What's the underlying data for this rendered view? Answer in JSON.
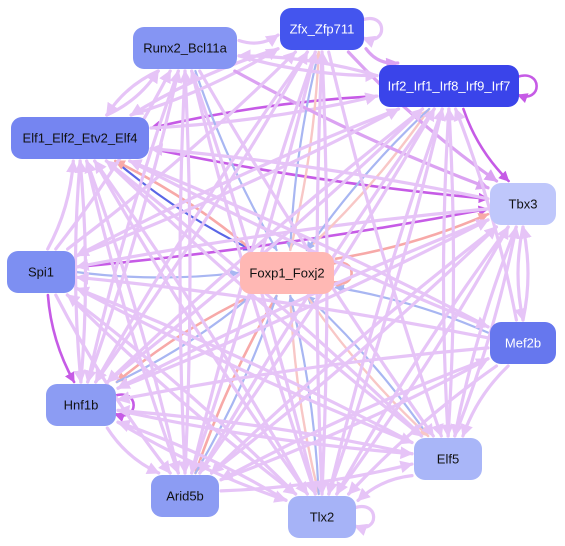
{
  "palette": {
    "mild": "#e6c4f7",
    "medium": "#dba2f2",
    "strong": "#c65be6",
    "pink": "#f7a9a8",
    "pink_light": "#f8c7c6",
    "blue": "#a8b6f2",
    "blue_strong": "#5a66e6"
  },
  "nodes": [
    {
      "id": "zfx",
      "label": "Zfx_Zfp711",
      "fill": "#4455ee",
      "text_color": "#ffffff"
    },
    {
      "id": "runx2",
      "label": "Runx2_Bcl11a",
      "fill": "#8595f3",
      "text_color": "#111111"
    },
    {
      "id": "irf",
      "label": "Irf2_Irf1_Irf8_Irf9_Irf7",
      "fill": "#3a44ea",
      "text_color": "#ffffff"
    },
    {
      "id": "elf1",
      "label": "Elf1_Elf2_Etv2_Elf4",
      "fill": "#7585f1",
      "text_color": "#111111"
    },
    {
      "id": "tbx3",
      "label": "Tbx3",
      "fill": "#bfc7fb",
      "text_color": "#111111"
    },
    {
      "id": "spi1",
      "label": "Spi1",
      "fill": "#7d8ff2",
      "text_color": "#111111"
    },
    {
      "id": "foxp1",
      "label": "Foxp1_Foxj2",
      "fill": "#ffb8b4",
      "text_color": "#111111"
    },
    {
      "id": "mef2b",
      "label": "Mef2b",
      "fill": "#6677ee",
      "text_color": "#ffffff"
    },
    {
      "id": "hnf1b",
      "label": "Hnf1b",
      "fill": "#8c9cf3",
      "text_color": "#111111"
    },
    {
      "id": "elf5",
      "label": "Elf5",
      "fill": "#a9b6f8",
      "text_color": "#111111"
    },
    {
      "id": "arid5b",
      "label": "Arid5b",
      "fill": "#8c9cf3",
      "text_color": "#111111"
    },
    {
      "id": "tlx2",
      "label": "Tlx2",
      "fill": "#a6b3f7",
      "text_color": "#111111"
    }
  ],
  "edges": [
    {
      "from": "zfx",
      "to": "zfx",
      "style": "mild"
    },
    {
      "from": "irf",
      "to": "irf",
      "style": "strong"
    },
    {
      "from": "foxp1",
      "to": "foxp1",
      "style": "pink"
    },
    {
      "from": "hnf1b",
      "to": "hnf1b",
      "style": "strong"
    },
    {
      "from": "tlx2",
      "to": "tlx2",
      "style": "mild"
    },
    {
      "from": "runx2",
      "to": "zfx",
      "style": "mild"
    },
    {
      "from": "zfx",
      "to": "irf",
      "style": "medium"
    },
    {
      "from": "irf",
      "to": "elf1",
      "style": "strong"
    },
    {
      "from": "elf1",
      "to": "irf",
      "style": "mild"
    },
    {
      "from": "elf1",
      "to": "tbx3",
      "style": "strong"
    },
    {
      "from": "elf1",
      "to": "foxp1",
      "style": "blue_strong"
    },
    {
      "from": "foxp1",
      "to": "elf1",
      "style": "pink"
    },
    {
      "from": "spi1",
      "to": "foxp1",
      "style": "blue"
    },
    {
      "from": "spi1",
      "to": "hnf1b",
      "style": "strong"
    },
    {
      "from": "spi1",
      "to": "tbx3",
      "style": "strong"
    },
    {
      "from": "tbx3",
      "to": "spi1",
      "style": "mild"
    },
    {
      "from": "foxp1",
      "to": "tbx3",
      "style": "pink"
    },
    {
      "from": "foxp1",
      "to": "irf",
      "style": "pink_light"
    },
    {
      "from": "irf",
      "to": "foxp1",
      "style": "blue"
    },
    {
      "from": "zfx",
      "to": "foxp1",
      "style": "blue"
    },
    {
      "from": "foxp1",
      "to": "zfx",
      "style": "pink_light"
    },
    {
      "from": "runx2",
      "to": "foxp1",
      "style": "blue"
    },
    {
      "from": "mef2b",
      "to": "foxp1",
      "style": "blue"
    },
    {
      "from": "foxp1",
      "to": "hnf1b",
      "style": "pink"
    },
    {
      "from": "hnf1b",
      "to": "foxp1",
      "style": "blue"
    },
    {
      "from": "foxp1",
      "to": "arid5b",
      "style": "pink"
    },
    {
      "from": "arid5b",
      "to": "foxp1",
      "style": "blue"
    },
    {
      "from": "foxp1",
      "to": "tlx2",
      "style": "pink_light"
    },
    {
      "from": "tlx2",
      "to": "foxp1",
      "style": "blue"
    },
    {
      "from": "elf5",
      "to": "foxp1",
      "style": "blue"
    },
    {
      "from": "foxp1",
      "to": "elf5",
      "style": "pink_light"
    },
    {
      "from": "irf",
      "to": "tbx3",
      "style": "strong"
    },
    {
      "from": "tbx3",
      "to": "mef2b",
      "style": "mild"
    },
    {
      "from": "mef2b",
      "to": "tbx3",
      "style": "mild"
    },
    {
      "from": "zfx",
      "to": "tbx3",
      "style": "medium"
    },
    {
      "from": "runx2",
      "to": "irf",
      "style": "mild"
    },
    {
      "from": "irf",
      "to": "runx2",
      "style": "mild"
    },
    {
      "from": "runx2",
      "to": "elf1",
      "style": "mild"
    },
    {
      "from": "elf1",
      "to": "runx2",
      "style": "mild"
    },
    {
      "from": "zfx",
      "to": "elf1",
      "style": "mild"
    },
    {
      "from": "elf1",
      "to": "zfx",
      "style": "mild"
    },
    {
      "from": "runx2",
      "to": "tbx3",
      "style": "medium"
    },
    {
      "from": "runx2",
      "to": "arid5b",
      "style": "mild"
    },
    {
      "from": "runx2",
      "to": "tlx2",
      "style": "mild"
    },
    {
      "from": "runx2",
      "to": "hnf1b",
      "style": "mild"
    },
    {
      "from": "runx2",
      "to": "elf5",
      "style": "mild"
    },
    {
      "from": "zfx",
      "to": "hnf1b",
      "style": "mild"
    },
    {
      "from": "zfx",
      "to": "arid5b",
      "style": "mild"
    },
    {
      "from": "zfx",
      "to": "tlx2",
      "style": "mild"
    },
    {
      "from": "zfx",
      "to": "elf5",
      "style": "mild"
    },
    {
      "from": "irf",
      "to": "hnf1b",
      "style": "mild"
    },
    {
      "from": "irf",
      "to": "arid5b",
      "style": "mild"
    },
    {
      "from": "irf",
      "to": "tlx2",
      "style": "mild"
    },
    {
      "from": "irf",
      "to": "elf5",
      "style": "mild"
    },
    {
      "from": "irf",
      "to": "spi1",
      "style": "mild"
    },
    {
      "from": "elf1",
      "to": "hnf1b",
      "style": "mild"
    },
    {
      "from": "elf1",
      "to": "arid5b",
      "style": "mild"
    },
    {
      "from": "elf1",
      "to": "tlx2",
      "style": "mild"
    },
    {
      "from": "elf1",
      "to": "elf5",
      "style": "mild"
    },
    {
      "from": "elf1",
      "to": "mef2b",
      "style": "mild"
    },
    {
      "from": "spi1",
      "to": "arid5b",
      "style": "mild"
    },
    {
      "from": "spi1",
      "to": "tlx2",
      "style": "mild"
    },
    {
      "from": "spi1",
      "to": "elf5",
      "style": "mild"
    },
    {
      "from": "spi1",
      "to": "runx2",
      "style": "mild"
    },
    {
      "from": "spi1",
      "to": "zfx",
      "style": "mild"
    },
    {
      "from": "spi1",
      "to": "irf",
      "style": "mild"
    },
    {
      "from": "spi1",
      "to": "elf1",
      "style": "mild"
    },
    {
      "from": "hnf1b",
      "to": "runx2",
      "style": "mild"
    },
    {
      "from": "hnf1b",
      "to": "zfx",
      "style": "mild"
    },
    {
      "from": "hnf1b",
      "to": "irf",
      "style": "mild"
    },
    {
      "from": "hnf1b",
      "to": "elf1",
      "style": "mild"
    },
    {
      "from": "hnf1b",
      "to": "tbx3",
      "style": "mild"
    },
    {
      "from": "hnf1b",
      "to": "tlx2",
      "style": "mild"
    },
    {
      "from": "hnf1b",
      "to": "elf5",
      "style": "mild"
    },
    {
      "from": "hnf1b",
      "to": "arid5b",
      "style": "mild"
    },
    {
      "from": "arid5b",
      "to": "runx2",
      "style": "mild"
    },
    {
      "from": "arid5b",
      "to": "zfx",
      "style": "mild"
    },
    {
      "from": "arid5b",
      "to": "irf",
      "style": "mild"
    },
    {
      "from": "arid5b",
      "to": "elf1",
      "style": "mild"
    },
    {
      "from": "arid5b",
      "to": "tbx3",
      "style": "mild"
    },
    {
      "from": "arid5b",
      "to": "mef2b",
      "style": "mild"
    },
    {
      "from": "arid5b",
      "to": "elf5",
      "style": "mild"
    },
    {
      "from": "tlx2",
      "to": "runx2",
      "style": "mild"
    },
    {
      "from": "tlx2",
      "to": "zfx",
      "style": "mild"
    },
    {
      "from": "tlx2",
      "to": "irf",
      "style": "mild"
    },
    {
      "from": "tlx2",
      "to": "elf1",
      "style": "mild"
    },
    {
      "from": "tlx2",
      "to": "tbx3",
      "style": "mild"
    },
    {
      "from": "tlx2",
      "to": "spi1",
      "style": "mild"
    },
    {
      "from": "tlx2",
      "to": "hnf1b",
      "style": "mild"
    },
    {
      "from": "elf5",
      "to": "tbx3",
      "style": "mild"
    },
    {
      "from": "elf5",
      "to": "irf",
      "style": "mild"
    },
    {
      "from": "elf5",
      "to": "elf1",
      "style": "mild"
    },
    {
      "from": "elf5",
      "to": "spi1",
      "style": "mild"
    },
    {
      "from": "elf5",
      "to": "hnf1b",
      "style": "mild"
    },
    {
      "from": "elf5",
      "to": "tlx2",
      "style": "mild"
    },
    {
      "from": "mef2b",
      "to": "hnf1b",
      "style": "mild"
    },
    {
      "from": "mef2b",
      "to": "arid5b",
      "style": "mild"
    },
    {
      "from": "mef2b",
      "to": "tlx2",
      "style": "mild"
    },
    {
      "from": "mef2b",
      "to": "elf5",
      "style": "mild"
    },
    {
      "from": "mef2b",
      "to": "irf",
      "style": "mild"
    },
    {
      "from": "mef2b",
      "to": "elf1",
      "style": "mild"
    },
    {
      "from": "mef2b",
      "to": "spi1",
      "style": "mild"
    },
    {
      "from": "tbx3",
      "to": "hnf1b",
      "style": "mild"
    },
    {
      "from": "tbx3",
      "to": "arid5b",
      "style": "mild"
    },
    {
      "from": "tbx3",
      "to": "tlx2",
      "style": "mild"
    },
    {
      "from": "tbx3",
      "to": "elf5",
      "style": "mild"
    },
    {
      "from": "tbx3",
      "to": "elf1",
      "style": "mild"
    }
  ]
}
